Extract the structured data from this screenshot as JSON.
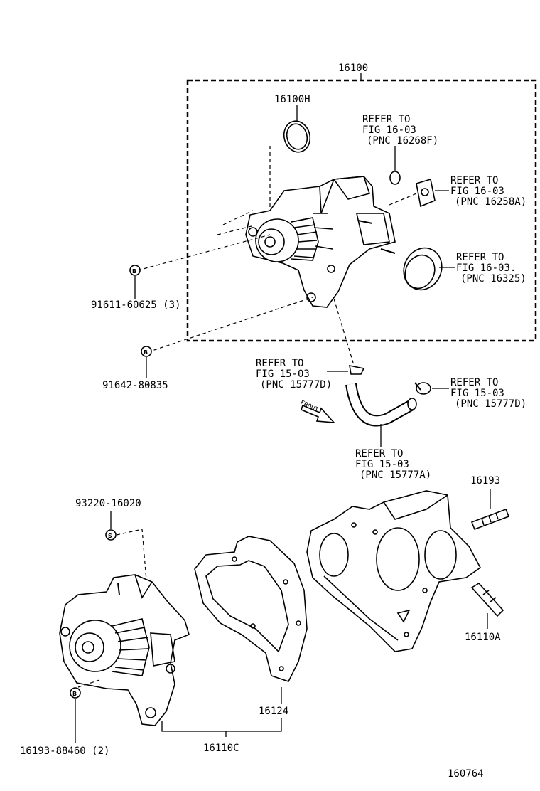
{
  "labels": {
    "assy": "16100",
    "gasket_h": "16100H",
    "refer_16268F": [
      "REFER TO",
      "FIG 16-03",
      "(PNC 16268F)"
    ],
    "refer_16258A": [
      "REFER TO",
      "FIG 16-03",
      "(PNC 16258A)"
    ],
    "refer_16325": [
      "REFER TO",
      "FIG 16-03.",
      "(PNC 16325)"
    ],
    "bolt_91611": "91611-60625 (3)",
    "bolt_91642": "91642-80835",
    "refer_15777D_a": [
      "REFER TO",
      "FIG 15-03",
      "(PNC 15777D)"
    ],
    "refer_15777D_b": [
      "REFER TO",
      "FIG 15-03",
      "(PNC 15777D)"
    ],
    "refer_15777A": [
      "REFER TO",
      "FIG 15-03",
      "(PNC 15777A)"
    ],
    "front": "FRONT",
    "stud_16193": "16193",
    "nut_93220": "93220-16020",
    "stud_16110A": "16110A",
    "gasket_16124": "16124",
    "pump_16110C": "16110C",
    "bolt_16193_88460": "16193-88460 (2)",
    "fig_number": "160764"
  },
  "icons": [
    "bolt-b-icon",
    "nut-s-icon",
    "front-arrow-icon",
    "water-pump-icon",
    "gasket-icon",
    "pump-housing-icon",
    "hose-icon",
    "clamp-icon",
    "o-ring-icon",
    "oil-seal-icon",
    "stud-icon"
  ]
}
